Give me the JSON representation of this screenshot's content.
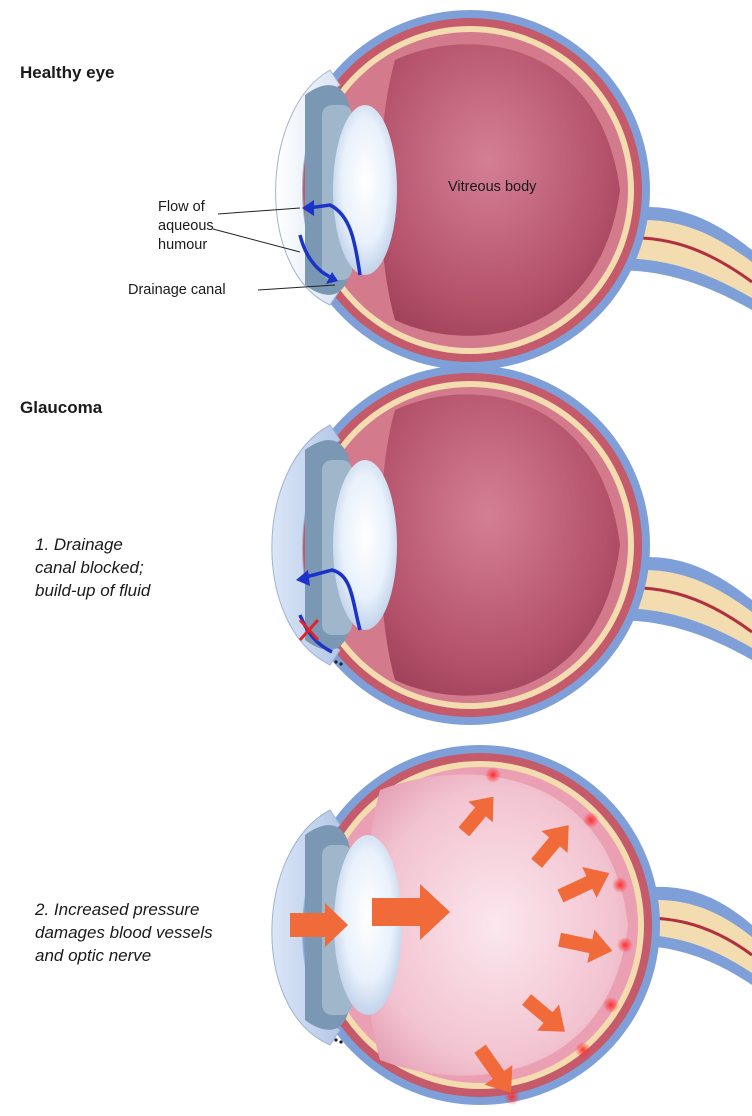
{
  "sections": {
    "healthy": {
      "heading": "Healthy eye",
      "label_flow_1": "Flow of",
      "label_flow_2": "aqueous",
      "label_flow_3": "humour",
      "label_drainage": "Drainage canal",
      "label_vitreous": "Vitreous body"
    },
    "glaucoma": {
      "heading": "Glaucoma",
      "step1_line1": "1. Drainage",
      "step1_line2": "canal blocked;",
      "step1_line3": "build-up of fluid",
      "step2_line1": "2. Increased pressure",
      "step2_line2": "damages blood vessels",
      "step2_line3": "and optic nerve"
    }
  },
  "colors": {
    "sclera_blue": "#7f9fd8",
    "choroid": "#c45a6a",
    "retina_cream": "#f3dcb0",
    "vitreous": "#b6566c",
    "vitreous_pressured": "#f2c8d2",
    "lens": "#e8f1fb",
    "flow_arrow": "#1b33c9",
    "pressure_arrow": "#f06a3a",
    "blocked_mark": "#e0242d"
  }
}
